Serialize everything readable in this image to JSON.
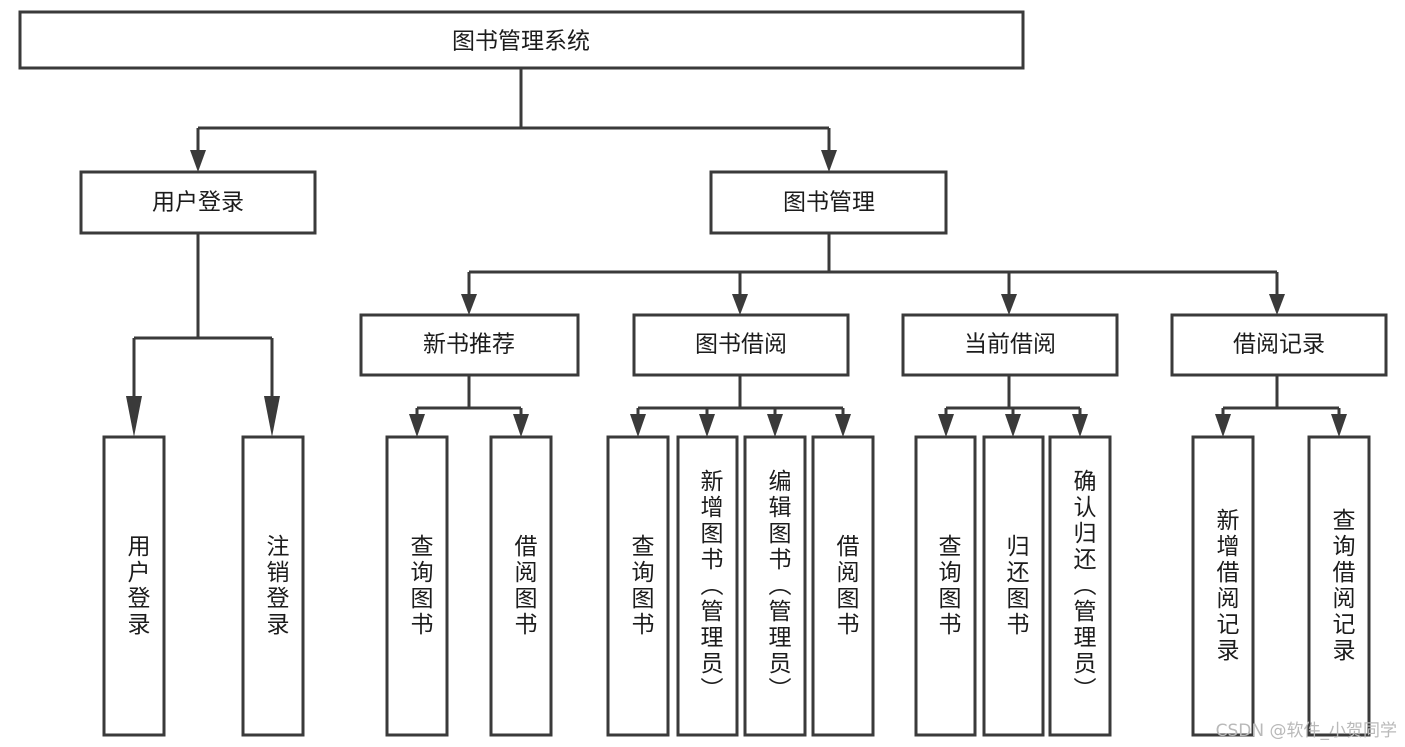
{
  "diagram": {
    "title": "图书管理系统",
    "type": "tree",
    "watermark": "CSDN @软件_小贺同学",
    "colors": {
      "background": "#ffffff",
      "box_fill": "#ffffff",
      "box_stroke": "#3a3a3a",
      "connector": "#3a3a3a",
      "text": "#1c1c1c",
      "watermark": "#b9b9b9"
    },
    "nodes": {
      "root": {
        "label": "图书管理系统"
      },
      "level1": [
        {
          "id": "user-login",
          "label": "用户登录"
        },
        {
          "id": "book-manage",
          "label": "图书管理"
        }
      ],
      "level2": [
        {
          "id": "new-book-recommend",
          "label": "新书推荐",
          "parent": "book-manage"
        },
        {
          "id": "book-borrow",
          "label": "图书借阅",
          "parent": "book-manage"
        },
        {
          "id": "current-borrow",
          "label": "当前借阅",
          "parent": "book-manage"
        },
        {
          "id": "borrow-record",
          "label": "借阅记录",
          "parent": "book-manage"
        }
      ],
      "leaves": {
        "user-login": [
          {
            "id": "leaf-user-login",
            "label": "用户登录"
          },
          {
            "id": "leaf-user-logout",
            "label": "注销登录"
          }
        ],
        "new-book-recommend": [
          {
            "id": "leaf-query-book-1",
            "label": "查询图书"
          },
          {
            "id": "leaf-borrow-book-1",
            "label": "借阅图书"
          }
        ],
        "book-borrow": [
          {
            "id": "leaf-query-book-2",
            "label": "查询图书"
          },
          {
            "id": "leaf-add-book-admin",
            "label": "新增图书（管理员）"
          },
          {
            "id": "leaf-edit-book-admin",
            "label": "编辑图书（管理员）"
          },
          {
            "id": "leaf-borrow-book-2",
            "label": "借阅图书"
          }
        ],
        "current-borrow": [
          {
            "id": "leaf-query-book-3",
            "label": "查询图书"
          },
          {
            "id": "leaf-return-book",
            "label": "归还图书"
          },
          {
            "id": "leaf-confirm-return-admin",
            "label": "确认归还（管理员）"
          }
        ],
        "borrow-record": [
          {
            "id": "leaf-add-borrow-record",
            "label": "新增借阅记录"
          },
          {
            "id": "leaf-query-borrow-record",
            "label": "查询借阅记录"
          }
        ]
      }
    }
  }
}
